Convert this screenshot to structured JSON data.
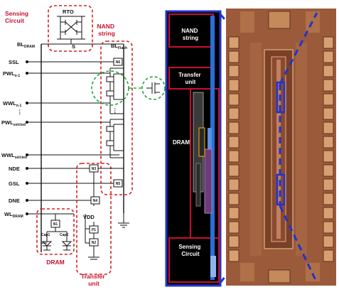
{
  "circuit": {
    "sensing_circuit": "Sensing\nCircuit",
    "rto": "RTO",
    "s": "S",
    "nand_string": "NAND\nstring",
    "bl_dram": "BL",
    "bl_dram_sub": "DRAM",
    "bl_flash": "BL",
    "bl_flash_sub": "Flash",
    "ssl": "SSL",
    "pwl_n1": "PWL",
    "pwl_n1_sub": "n-1",
    "wwl_n1": "WWL",
    "wwl_n1_sub": "n-1",
    "pwl_sel": "PWL",
    "pwl_sel_sub": "selcted",
    "wwl_sel": "WWL",
    "wwl_sel_sub": "selcted",
    "nde": "NDE",
    "gsl": "GSL",
    "dne": "DNE",
    "wl_dram": "WL",
    "wl_dram_sub": "DRAM",
    "n6": "N6",
    "n5": "N5",
    "n3": "N3",
    "n4": "N4",
    "n1": "N1",
    "n2": "N2",
    "p1": "P1",
    "vdd": "VDD",
    "cap1": "Cap1",
    "cap2": "Cap2",
    "dram": "DRAM",
    "transfer_unit": "Transfer\nunit",
    "dots": "⋮"
  },
  "layout_panel": {
    "nand_string": "NAND\nstring",
    "transfer_unit": "Transfer\nunit",
    "dram": "DRAM",
    "sensing_circuit": "Sensing\nCircuit"
  },
  "colors": {
    "red": "#c8102e",
    "green": "#25a540",
    "blue": "#2233cc",
    "die": "#9b5a3a",
    "black": "#111111"
  }
}
